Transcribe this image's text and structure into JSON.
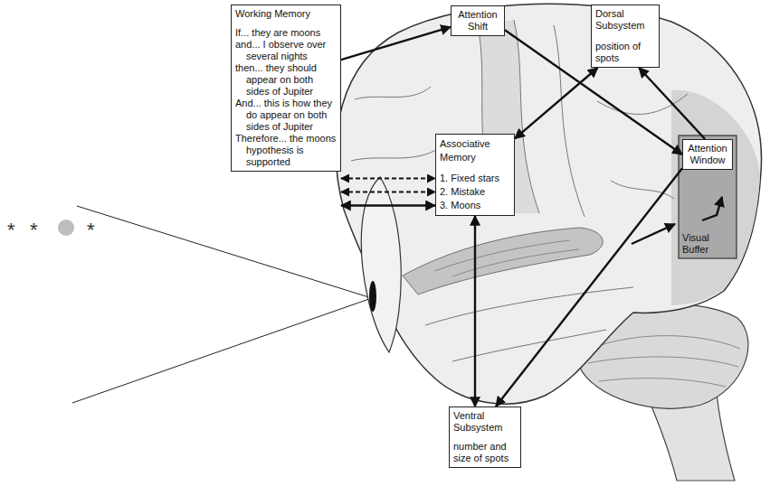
{
  "diagram": {
    "nodes": [
      {
        "text": [
          "Working Memory",
          "If... they are moons",
          "and... I observe over several nights",
          "then... they should appear on both sides of Jupiter",
          "And... this is how they do appear on both sides of Jupiter",
          "Therefore... the moons hypothesis is supported"
        ]
      },
      {
        "text": [
          "Attention Shift"
        ]
      },
      {
        "text": [
          "Dorsal Subsystem",
          "position of spots"
        ]
      },
      {
        "text": [
          "Associative Memory",
          "1. Fixed stars",
          "2. Mistake",
          "3. Moons"
        ]
      },
      {
        "text": [
          "Visual Buffer"
        ]
      },
      {
        "text": [
          "Attention Window"
        ],
        "in": 4
      },
      {
        "text": [
          "Ventral Subsystem",
          "number and size of spots"
        ]
      }
    ],
    "edges": [
      {
        "from": 0,
        "to": 1,
        "arrow": "to"
      },
      {
        "from": 1,
        "to": 5,
        "arrow": "to"
      },
      {
        "from": 2,
        "to": 3,
        "arrow": "both"
      },
      {
        "from": 5,
        "to": 2,
        "arrow": "to"
      },
      {
        "from": 5,
        "to": 6,
        "arrow": "to"
      },
      {
        "from": 3,
        "to": 6,
        "arrow": "both"
      },
      {
        "from": 0,
        "to": 3,
        "arrow": "both"
      },
      {
        "from": 0,
        "to": 3,
        "arrow": "both"
      },
      {
        "from": 0,
        "to": 3,
        "arrow": "both"
      }
    ],
    "labels": [
      "*",
      "*",
      "*"
    ]
  }
}
